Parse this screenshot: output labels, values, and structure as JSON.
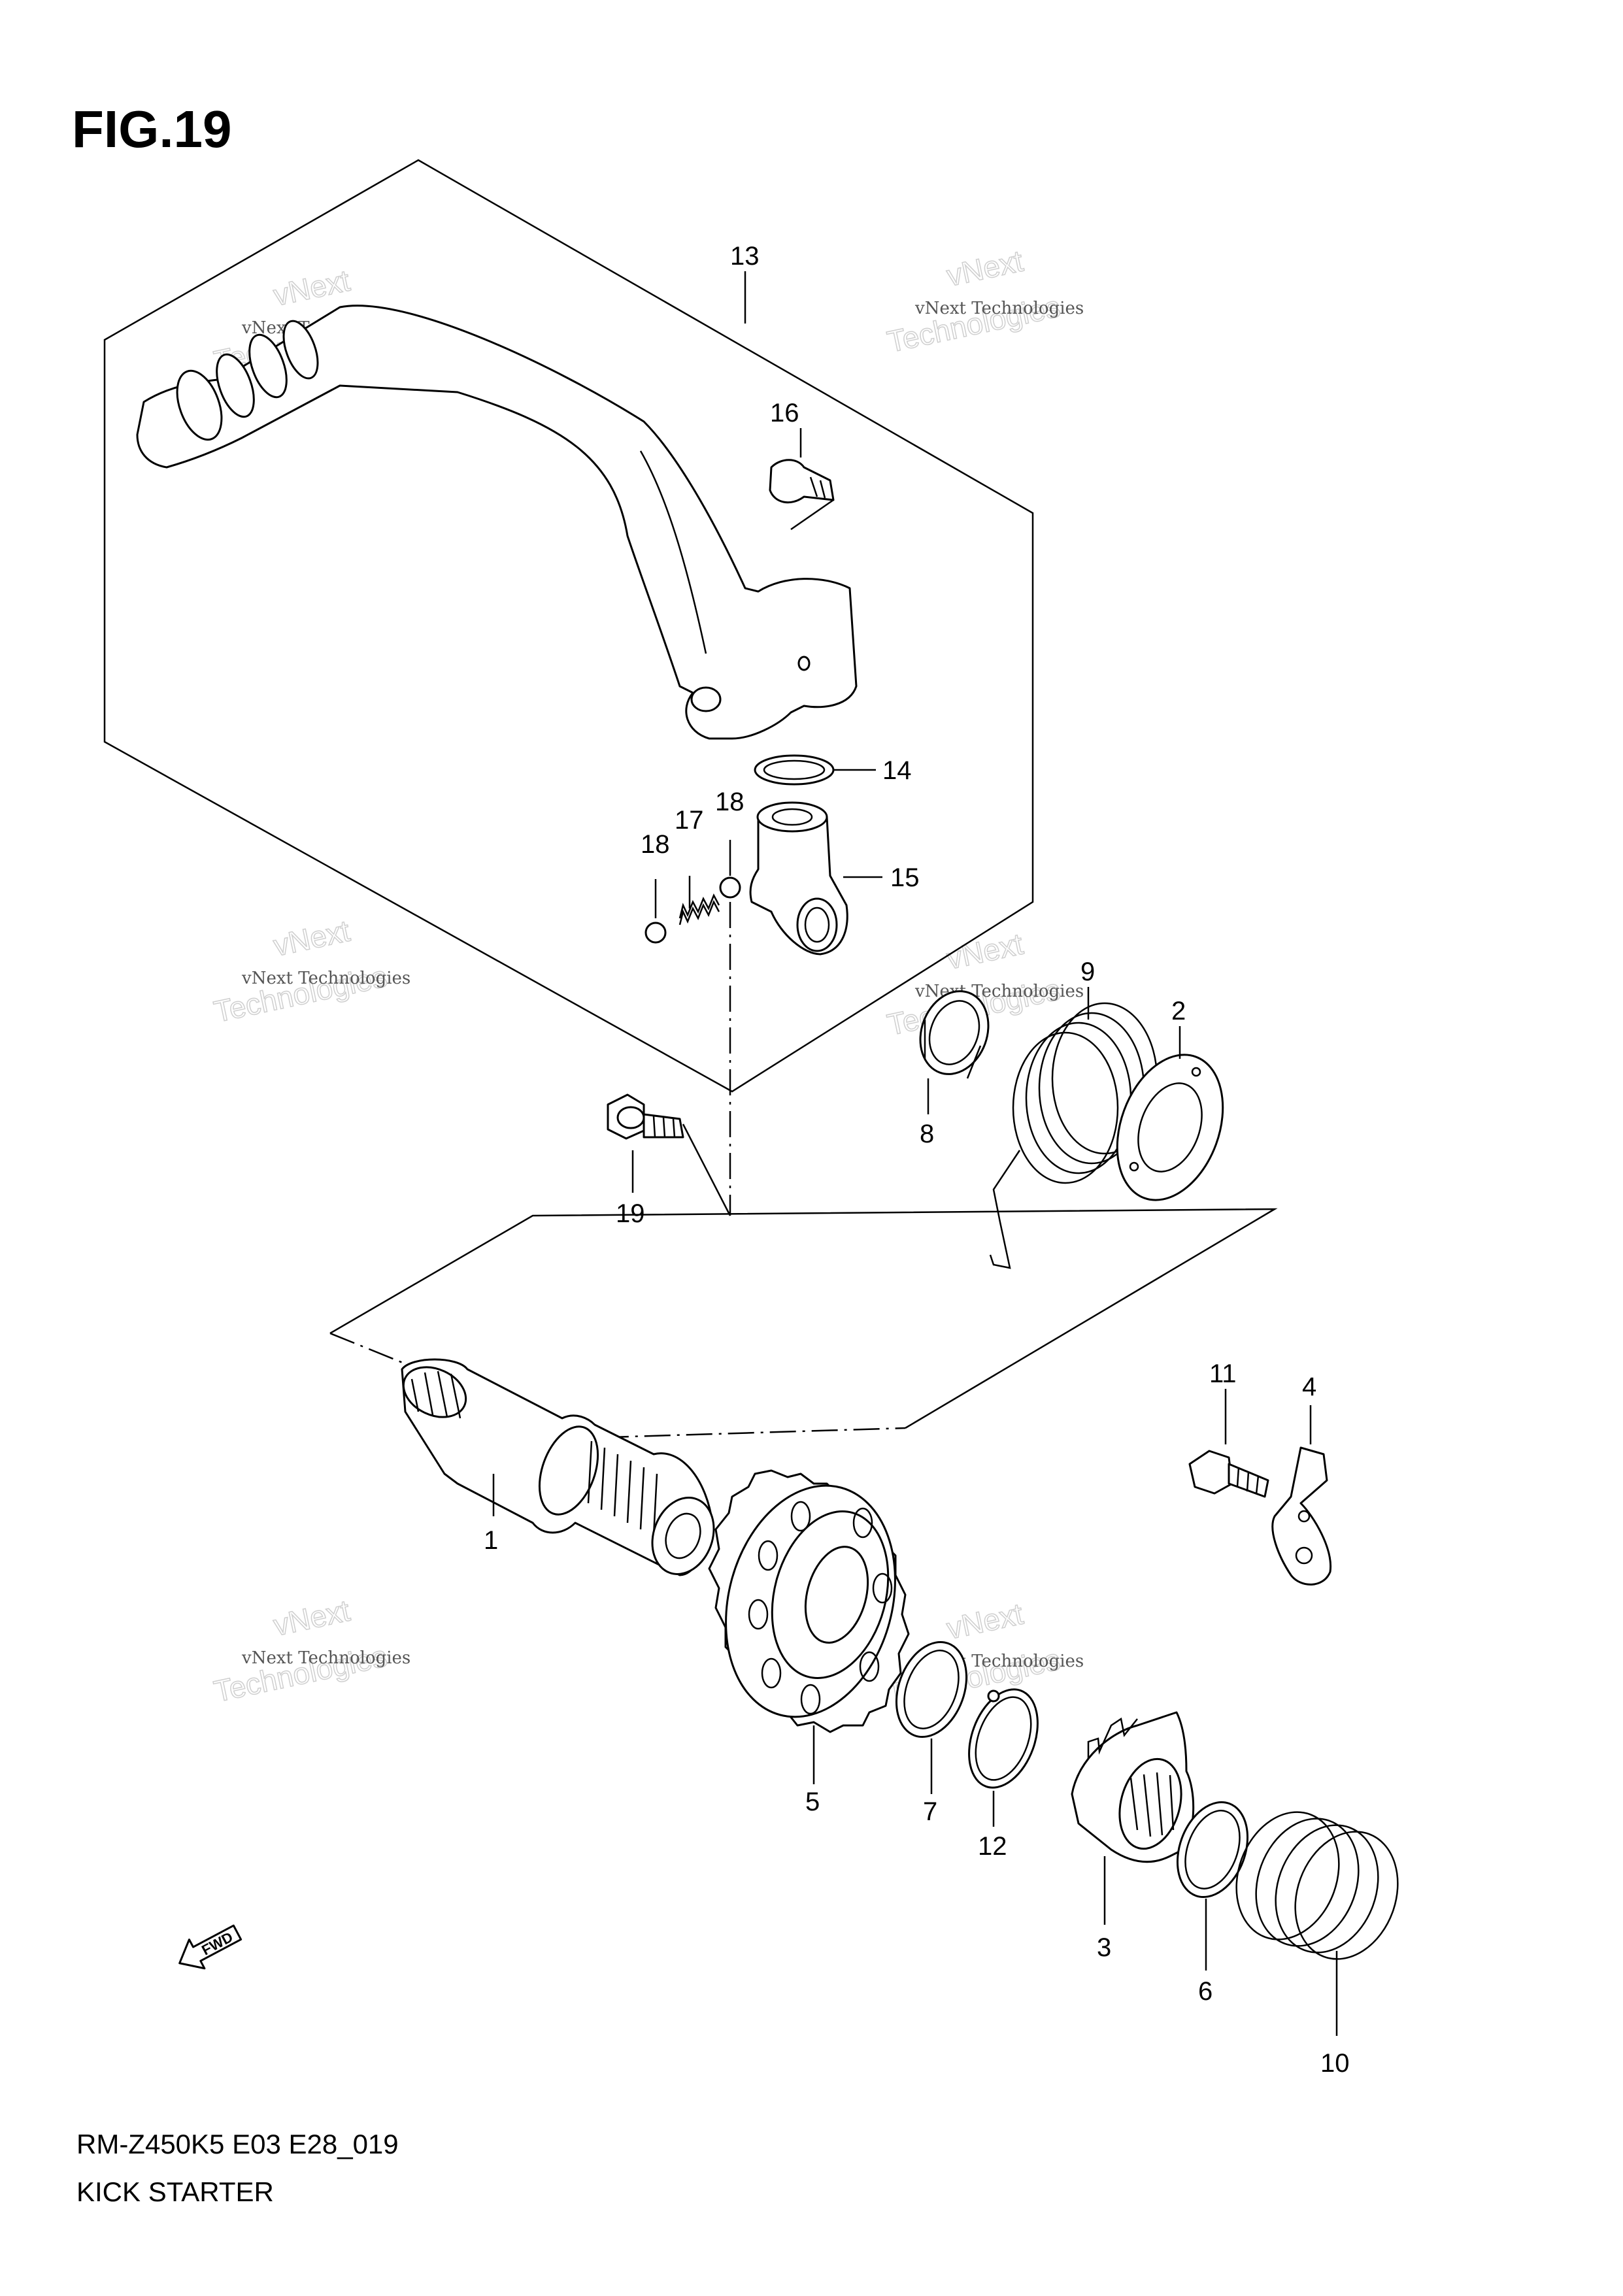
{
  "figure": {
    "title": "FIG.19"
  },
  "footer": {
    "model_code": "RM-Z450K5 E03 E28_019",
    "section_name": "KICK STARTER"
  },
  "watermark": {
    "line_small": "vNext Technologies",
    "line_big_1": "vNext",
    "line_big_2": "Technologies"
  },
  "fwd_arrow": {
    "label": "FWD"
  },
  "callouts": {
    "c1": "1",
    "c2": "2",
    "c3": "3",
    "c4": "4",
    "c5": "5",
    "c6": "6",
    "c7": "7",
    "c8": "8",
    "c9": "9",
    "c10": "10",
    "c11": "11",
    "c12": "12",
    "c13": "13",
    "c14": "14",
    "c15": "15",
    "c16": "16",
    "c17": "17",
    "c18a": "18",
    "c18b": "18",
    "c19": "19"
  }
}
